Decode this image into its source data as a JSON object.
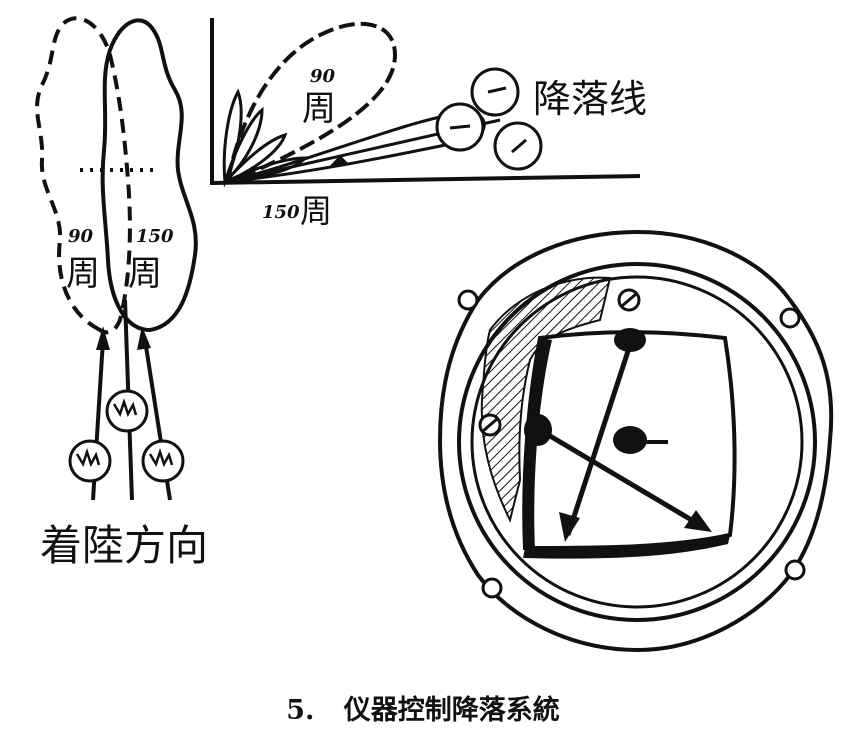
{
  "figure": {
    "left_beam_labels": {
      "beam_a_freq": "90",
      "beam_b_freq": "150",
      "unit": "周"
    },
    "polar_labels": {
      "lobe_freq": "90",
      "lobe_unit": "周",
      "axis_freq": "150",
      "axis_unit": "周",
      "glide_path": "降落线"
    },
    "landing_direction": "着陸方向",
    "caption_number": "5.",
    "caption_title": "仪器控制降落系統"
  }
}
